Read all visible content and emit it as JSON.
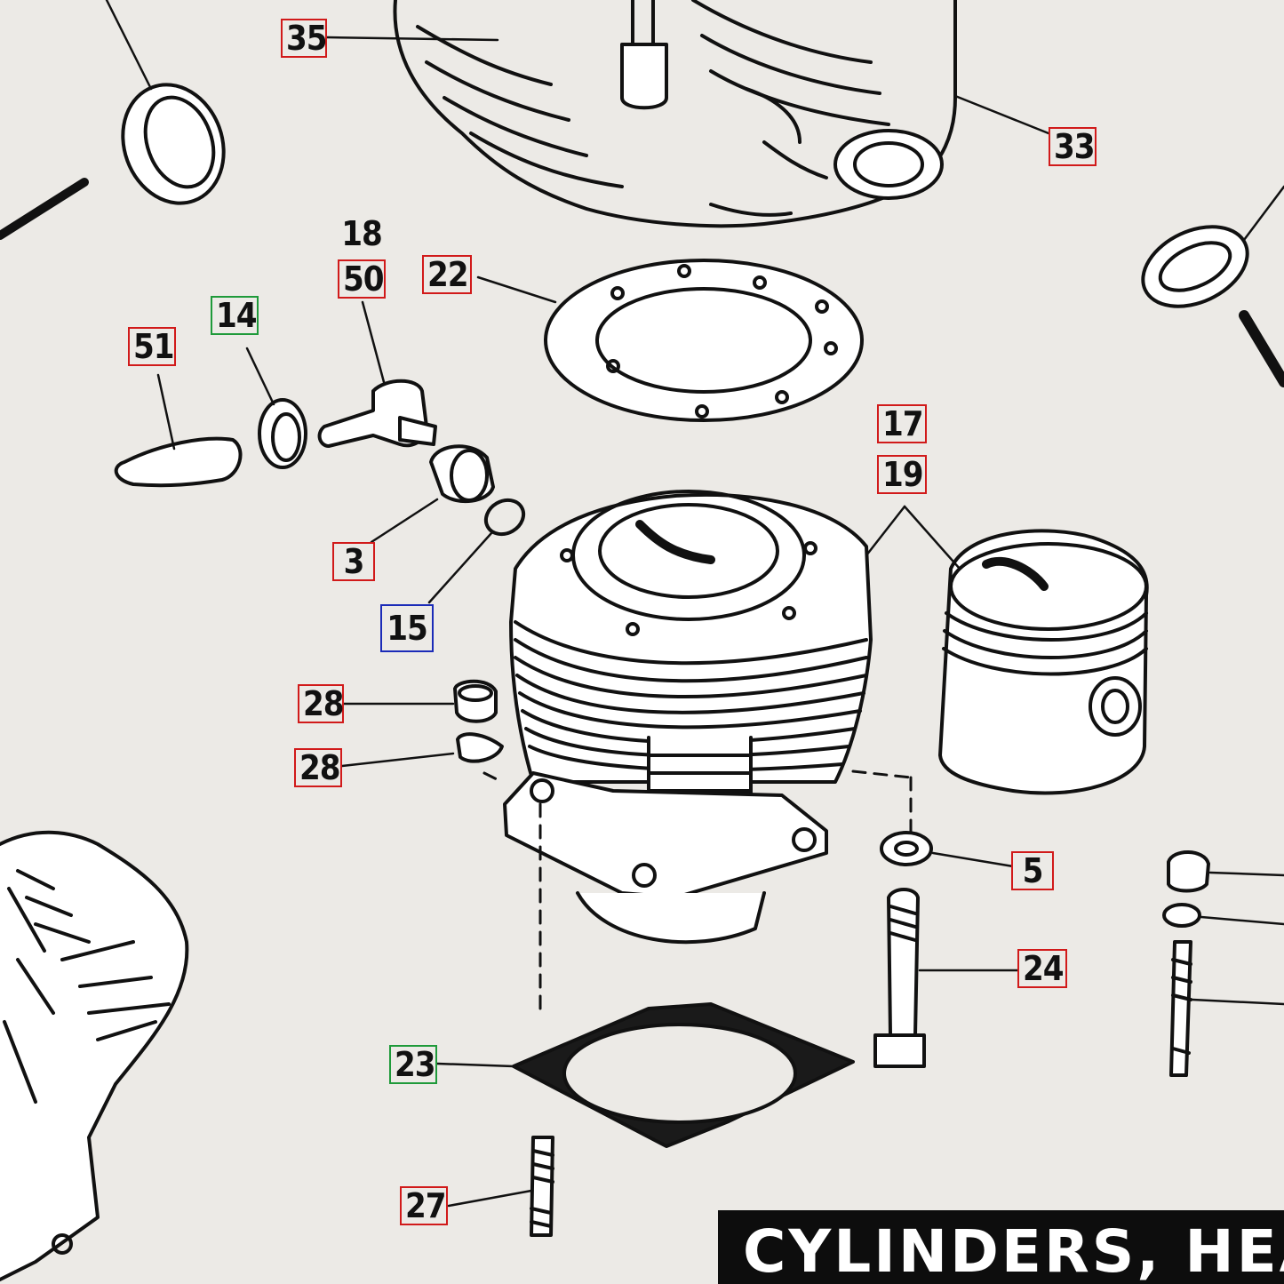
{
  "callouts": {
    "c35": "35",
    "c33": "33",
    "c18": "18",
    "c50": "50",
    "c22": "22",
    "c14": "14",
    "c51": "51",
    "c17": "17",
    "c19": "19",
    "c3": "3",
    "c15": "15",
    "c28a": "28",
    "c28b": "28",
    "c5": "5",
    "c24": "24",
    "c23": "23",
    "c27": "27"
  },
  "title": "CYLINDERS, HEA",
  "colors": {
    "paper": "#eceae6",
    "ink": "#111111",
    "red_box": "#d11a1a",
    "green_box": "#1f9a3a",
    "blue_box": "#1b2bb8",
    "banner": "#0d0d0d"
  }
}
